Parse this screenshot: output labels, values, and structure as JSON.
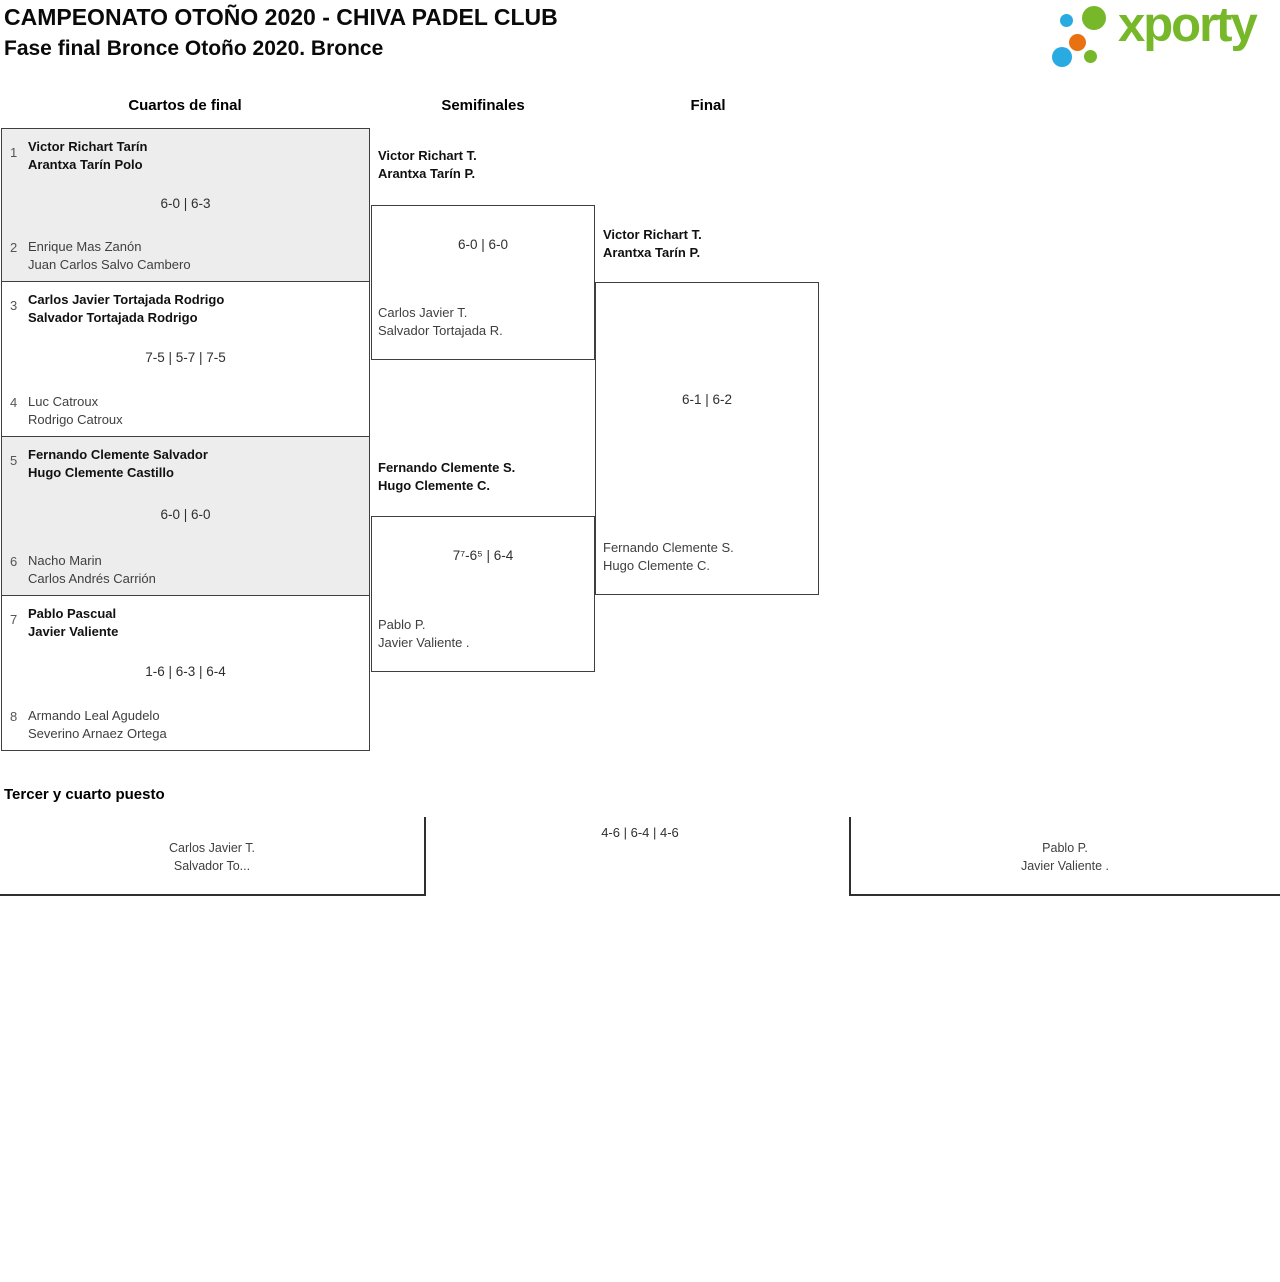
{
  "header": {
    "title": "CAMPEONATO OTOÑO 2020 - CHIVA PADEL CLUB",
    "subtitle": "Fase final Bronce Otoño 2020. Bronce"
  },
  "logo": {
    "text": "xporty",
    "green": "#76b82a",
    "blue": "#29abe2",
    "orange": "#e87211"
  },
  "round_headers": {
    "quarterfinals": "Cuartos de final",
    "semifinals": "Semifinales",
    "final": "Final"
  },
  "quarterfinals": [
    {
      "seed_top": "1",
      "team_top": [
        "Victor Richart Tarín",
        "Arantxa Tarín Polo"
      ],
      "score": "6-0 | 6-3",
      "seed_bottom": "2",
      "team_bottom": [
        "Enrique Mas Zanón",
        "Juan Carlos Salvo Cambero"
      ]
    },
    {
      "seed_top": "3",
      "team_top": [
        "Carlos Javier Tortajada Rodrigo",
        "Salvador Tortajada Rodrigo"
      ],
      "score": "7-5 | 5-7 | 7-5",
      "seed_bottom": "4",
      "team_bottom": [
        "Luc Catroux",
        "Rodrigo Catroux"
      ]
    },
    {
      "seed_top": "5",
      "team_top": [
        "Fernando Clemente Salvador",
        "Hugo Clemente Castillo"
      ],
      "score": "6-0 | 6-0",
      "seed_bottom": "6",
      "team_bottom": [
        "Nacho Marin",
        "Carlos Andrés Carrión"
      ]
    },
    {
      "seed_top": "7",
      "team_top": [
        "Pablo Pascual",
        "Javier Valiente"
      ],
      "score": "1-6 | 6-3 | 6-4",
      "seed_bottom": "8",
      "team_bottom": [
        "Armando Leal Agudelo",
        "Severino Arnaez Ortega"
      ]
    }
  ],
  "semifinals": [
    {
      "team_top": [
        "Victor Richart T.",
        "Arantxa Tarín P."
      ],
      "score": "6-0 | 6-0",
      "team_bottom": [
        "Carlos Javier T.",
        "Salvador Tortajada R."
      ]
    },
    {
      "team_top": [
        "Fernando Clemente S.",
        "Hugo Clemente C."
      ],
      "score": "7⁷-6⁵ | 6-4",
      "team_bottom": [
        "Pablo P.",
        "Javier Valiente ."
      ]
    }
  ],
  "final": {
    "team_top": [
      "Victor Richart T.",
      "Arantxa Tarín P."
    ],
    "score": "6-1 | 6-2",
    "team_bottom": [
      "Fernando Clemente S.",
      "Hugo Clemente C."
    ]
  },
  "third_place": {
    "title": "Tercer y cuarto puesto",
    "team_left": [
      "Carlos Javier T.",
      "Salvador To..."
    ],
    "score": "4-6 | 6-4 | 4-6",
    "team_right": [
      "Pablo P.",
      "Javier Valiente ."
    ]
  }
}
